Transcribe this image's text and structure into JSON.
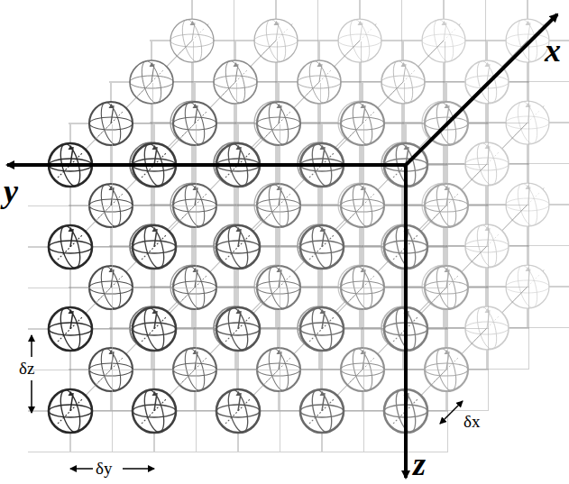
{
  "diagram": {
    "labels": [
      "y",
      "x",
      "z",
      "δz",
      "δy",
      "δx"
    ]
  }
}
